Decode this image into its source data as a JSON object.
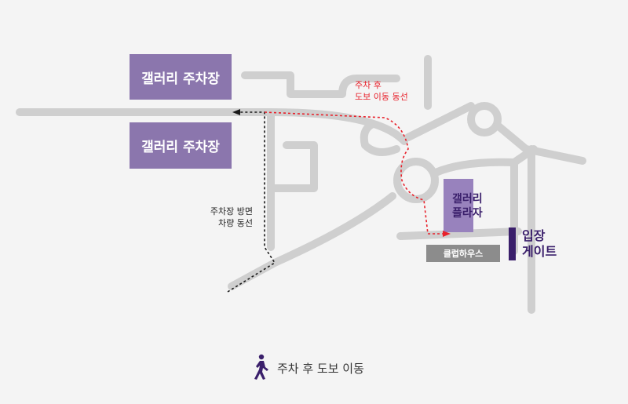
{
  "parking_lots": [
    {
      "label": "갤러리 주차장"
    },
    {
      "label": "갤러리 주차장"
    }
  ],
  "walk_route_label": [
    "주차 후",
    "도보 이동 동선"
  ],
  "drive_route_label": [
    "주차장 방면",
    "차량 동선"
  ],
  "gallery_plaza": [
    "갤러리",
    "플라자"
  ],
  "clubhouse": "클럽하우스",
  "entrance_gate": [
    "입장",
    "게이트"
  ],
  "legend": {
    "icon": "walking-person-icon",
    "text": "주차 후 도보 이동"
  },
  "colors": {
    "road": "#cfcfcf",
    "parking": "#8b76ad",
    "plaza": "#9882bd",
    "gate": "#3a1f6b",
    "walk_route": "#e8212b",
    "drive_route": "#1a1a1a",
    "clubhouse": "#8c8c8c"
  }
}
